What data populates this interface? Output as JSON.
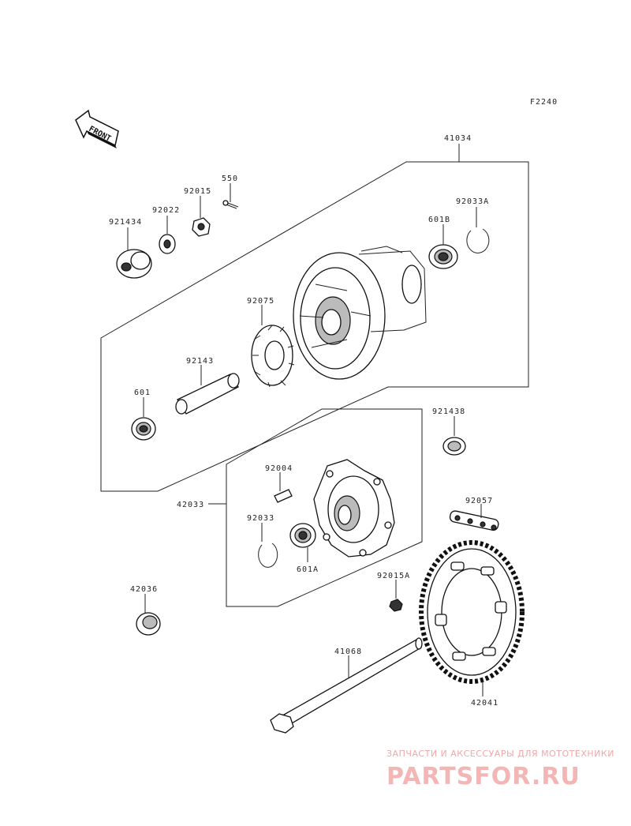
{
  "figure_code": "F2240",
  "front_label": "FRONT",
  "parts": {
    "hub_assembly": "41034",
    "bearing_601b": "601B",
    "circlip_92033a": "92033A",
    "cotter_pin": "550",
    "nut_92015": "92015",
    "washer_92022": "92022",
    "collar_92143a": "921434",
    "damper": "92075",
    "spacer_tube": "92143",
    "bearing_601": "601",
    "collar_92143b": "921438",
    "coupling_assembly": "42033",
    "stud": "92004",
    "circlip_92033": "92033",
    "bearing_601a": "601A",
    "nut_92015a": "92015A",
    "chain": "92057",
    "collar_42036": "42036",
    "axle": "41068",
    "sprocket": "42041"
  },
  "watermark": {
    "subtitle": "ЗАПЧАСТИ И АКСЕССУАРЫ ДЛЯ МОТОТЕХНИКИ",
    "brand": "PARTSFOR.RU"
  }
}
